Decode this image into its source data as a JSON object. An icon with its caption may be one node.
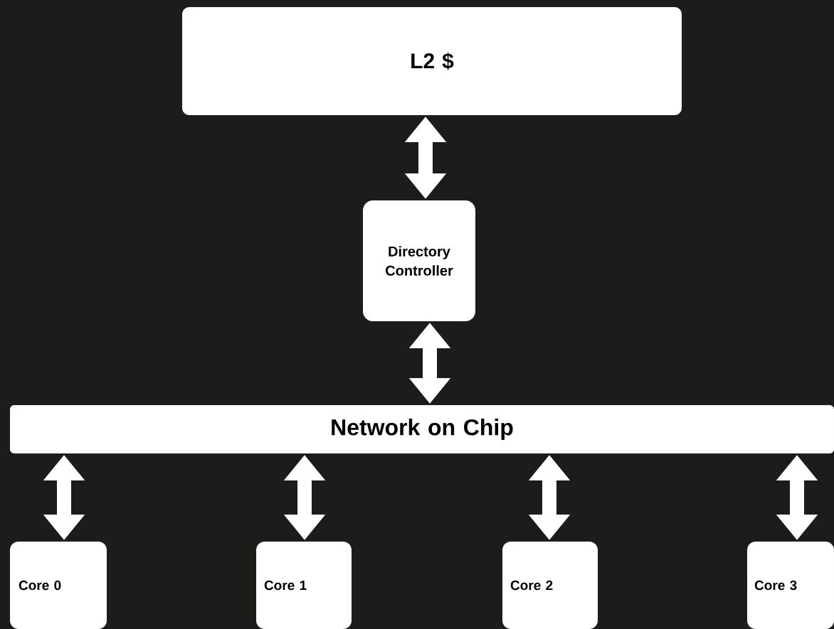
{
  "diagram": {
    "nodes": [
      {
        "text": [
          "L2 $"
        ]
      },
      {
        "text": [
          "Directory Controller"
        ]
      },
      {
        "text": [
          "Network on Chip"
        ]
      },
      {
        "text": [
          "Core 0"
        ]
      },
      {
        "text": [
          "Core 1"
        ]
      },
      {
        "text": [
          "Core 2"
        ]
      },
      {
        "text": [
          "Core 3"
        ]
      }
    ],
    "edges": [
      {
        "from": 0,
        "to": 1,
        "arrow": "both"
      },
      {
        "from": 1,
        "to": 2,
        "arrow": "both"
      },
      {
        "from": 2,
        "to": 3,
        "arrow": "both"
      },
      {
        "from": 2,
        "to": 4,
        "arrow": "both"
      },
      {
        "from": 2,
        "to": 5,
        "arrow": "both"
      },
      {
        "from": 2,
        "to": 6,
        "arrow": "both"
      }
    ]
  }
}
